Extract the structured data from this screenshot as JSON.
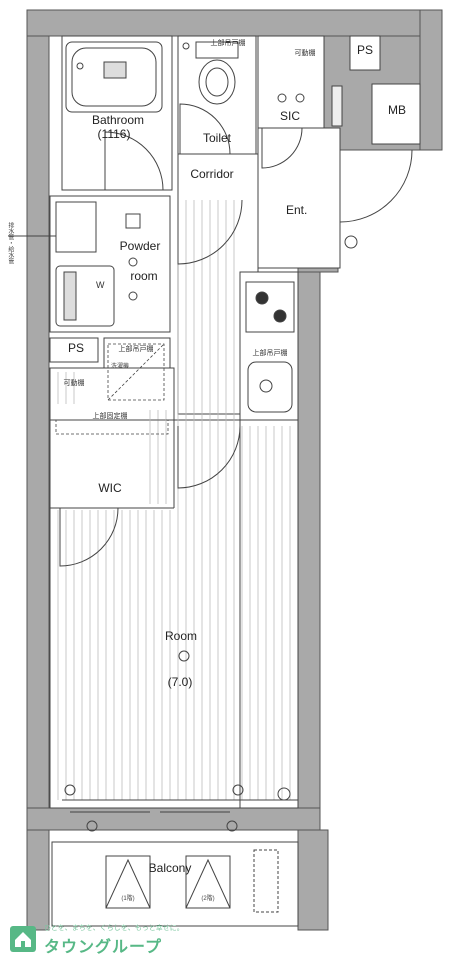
{
  "rooms": {
    "bathroom": {
      "name": "Bathroom",
      "size": "(1116)"
    },
    "toilet": "Toilet",
    "corridor": "Corridor",
    "sic": "SIC",
    "ent": "Ent.",
    "ps_top": "PS",
    "mb": "MB",
    "powder": {
      "name": "Powder",
      "sub": "room"
    },
    "ps_mid": "PS",
    "wic": "WIC",
    "room": {
      "name": "Room",
      "size": "(7.0)"
    },
    "balcony": "Balcony"
  },
  "marks": {
    "w": "W",
    "movable_shelf_top": "可動棚",
    "movable_shelf_mid": "可動棚",
    "upper_cabinet_toilet": "上部吊戸棚",
    "upper_cabinet_powder": "上部吊戸棚",
    "upper_cabinet_kitchen": "上部吊戸棚",
    "upper_shelf_wic": "上部固定棚",
    "washer": "洗濯機",
    "vertical_note": "排水管・給水管",
    "balcony_unit_left": "(1階)",
    "balcony_unit_right": "(2階)"
  },
  "logo": {
    "tagline": "ひとを、まちを、くらしを、もっと幸せに。",
    "name": "タウングループ",
    "color": "#57b886"
  },
  "colors": {
    "wall": "#a9a9a9",
    "wall_outline": "#555555",
    "line": "#444444",
    "floor_stripe": "#bbbbbb",
    "background": "#ffffff"
  }
}
